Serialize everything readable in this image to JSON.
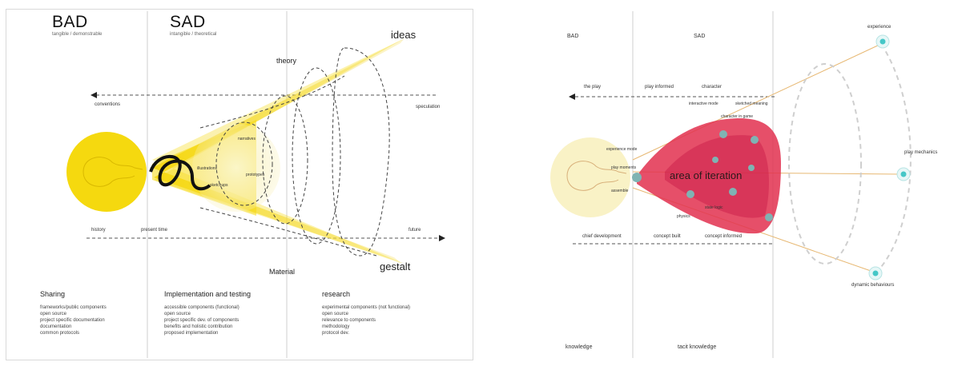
{
  "left": {
    "columns": {
      "bad": "BAD",
      "sad": "SAD"
    },
    "subtitles": {
      "bad": "tangible / demonstrable",
      "sad": "intangible / theoretical"
    },
    "axis": {
      "top_left": "conventions",
      "top_right": "speculation",
      "bottom_left": "history",
      "bottom_mid": "present time",
      "bottom_right": "future"
    },
    "cone_labels": {
      "ideas": "ideas",
      "theory": "theory",
      "material": "Material",
      "gestalt": "gestalt"
    },
    "inner_labels": [
      "narratives",
      "illustrations",
      "prototypes",
      "sketchups"
    ],
    "sections": [
      {
        "heading": "Sharing",
        "items": [
          "frameworks/public components",
          "open source",
          "project specific documentation",
          "documentation",
          "common protocols"
        ]
      },
      {
        "heading": "Implementation and testing",
        "items": [
          "accessible components (functional)",
          "open source",
          "project specific dev. of components",
          "benefits and holistic contribution",
          "proposed implementation"
        ]
      },
      {
        "heading": "research",
        "items": [
          "experimental components (not functional)",
          "open source",
          "relevance to components",
          "methodology",
          "protocol dev."
        ]
      }
    ]
  },
  "right": {
    "columns": {
      "bad": "BAD",
      "sad": "SAD"
    },
    "endpoints": {
      "top": "experience",
      "mid": "play mechanics",
      "bottom": "dynamic behaviours"
    },
    "arrow_labels": {
      "play": "the play",
      "play_informed": "play informed",
      "character": "character"
    },
    "bottom_labels": {
      "dev": "chief development",
      "concept_built": "concept built",
      "concept_informed": "concept informed"
    },
    "center_label": "area of iteration",
    "small_labels": [
      "experience mode",
      "interactive mode",
      "sketched meaning",
      "character in game",
      "play moments",
      "assemble",
      "state logic",
      "physics"
    ],
    "footer": {
      "left": "knowledge",
      "right": "tacit knowledge"
    }
  },
  "colors": {
    "yellow": "#f5d90f",
    "pale_yellow": "#f8efb8",
    "red": "#e2304f",
    "cyan": "#45c7c7",
    "orange_line": "#e7b873"
  }
}
